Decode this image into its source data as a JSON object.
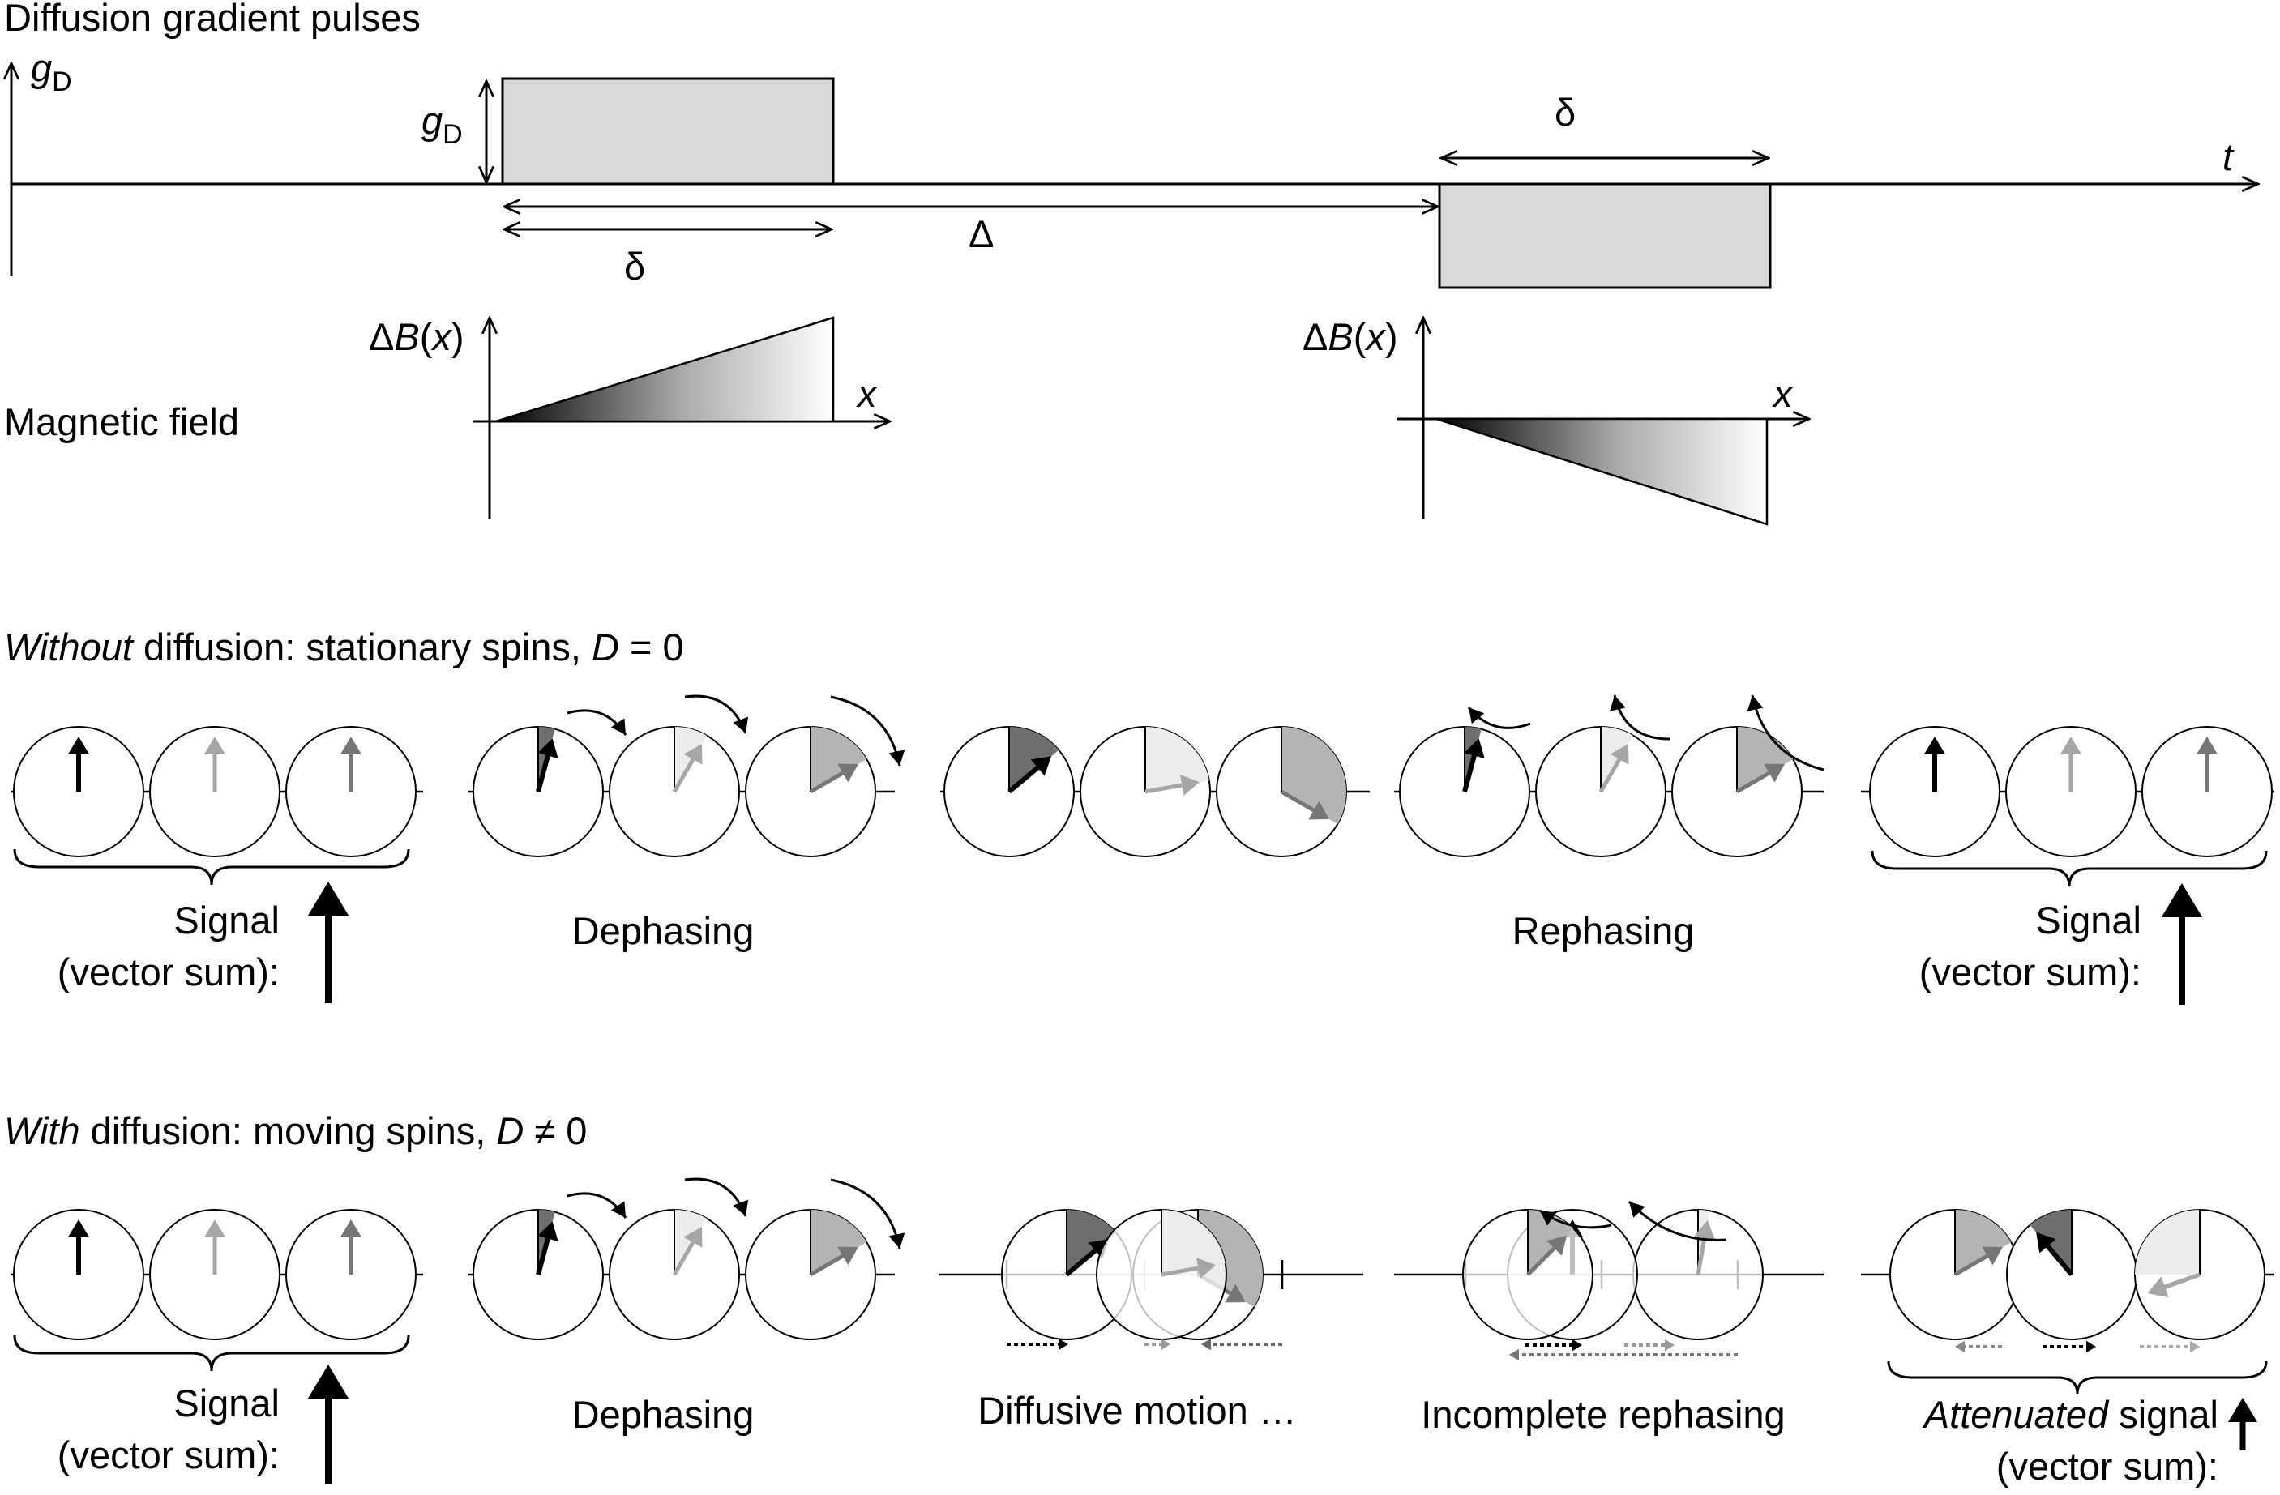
{
  "title": "Diffusion gradient pulses",
  "pulse_diagram": {
    "y_axis_label": "g",
    "y_axis_subscript": "D",
    "amplitude_label": "g",
    "amplitude_subscript": "D",
    "t_label": "t",
    "delta_label": "δ",
    "big_delta_label": "Δ"
  },
  "field_section": {
    "label": "Magnetic field",
    "y_label_prefix": "Δ",
    "y_label_B": "B",
    "y_label_open": "(",
    "y_label_x": "x",
    "y_label_close": ")",
    "x_label": "x"
  },
  "without_diffusion": {
    "heading_italic": "Without",
    "heading_rest_1": " diffusion: stationary spins, ",
    "heading_D": "D",
    "heading_rest_2": " = 0",
    "signal_label_1": "Signal",
    "signal_label_2": "(vector sum):",
    "dephasing": "Dephasing",
    "rephasing": "Rephasing"
  },
  "with_diffusion": {
    "heading_italic": "With",
    "heading_rest_1": " diffusion: moving spins, ",
    "heading_D": "D",
    "heading_rest_2": " ≠ 0",
    "signal_label_1": "Signal",
    "signal_label_2": "(vector sum):",
    "dephasing": "Dephasing",
    "diffusive_motion": "Diffusive motion …",
    "incomplete_rephasing": "Incomplete rephasing",
    "attenuated_italic": "Attenuated",
    "attenuated_rest": " signal",
    "attenuated_line2": "(vector sum):"
  },
  "colors": {
    "spin_black": "#000000",
    "spin_light": "#a6a6a6",
    "spin_mid": "#767676",
    "pulse_fill": "#d9d9d9"
  }
}
